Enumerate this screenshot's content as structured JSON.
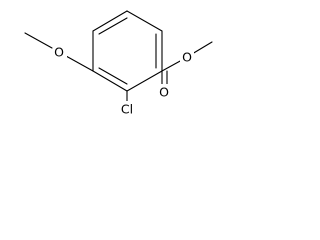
{
  "molecule": {
    "atoms": {
      "methoxy_oxygen": "O",
      "chlorine": "Cl",
      "carbonyl_oxygen": "O",
      "ester_oxygen": "O"
    },
    "colors": {
      "bond": "#000000",
      "label": "#000000",
      "background": "#ffffff"
    }
  }
}
